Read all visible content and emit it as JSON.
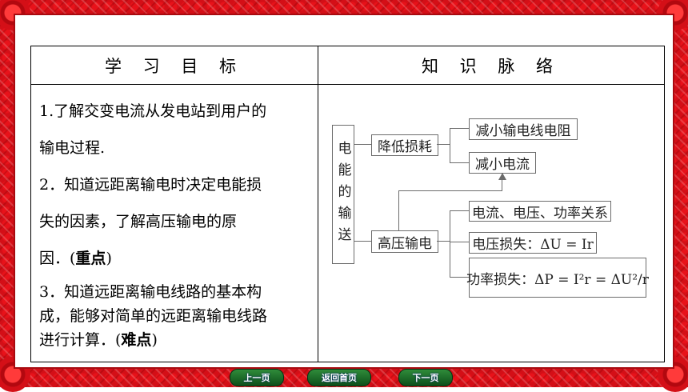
{
  "table": {
    "header_left": "学 习 目 标",
    "header_right": "知 识 脉 络"
  },
  "goals": {
    "g1a": "1.了解交变电流从发电站到用户的",
    "g1b": "输电过程.",
    "g2a": "2．知道远距离输电时决定电能损",
    "g2b": "失的因素，了解高压输电的原",
    "g2c_text": "因．(",
    "g2c_bold": "重点",
    "g2c_end": ")",
    "g3a": "3．知道远距离输电线路的基本构",
    "g3b": "成，能够对简单的远距离输电线路",
    "g3c_text": "进行计算．(",
    "g3c_bold": "难点",
    "g3c_end": ")"
  },
  "diagram": {
    "root": "电能的输送",
    "branch1": "降低损耗",
    "branch1_a": "减小输电线电阻",
    "branch1_b": "减小电流",
    "branch2": "高压输电",
    "branch2_a": "电流、电压、功率关系",
    "branch2_b": "电压损失：ΔU = Ir",
    "branch2_c": "功率损失：ΔP = I²r = ΔU²/r"
  },
  "nav": {
    "prev": "上一页",
    "home": "返回首页",
    "next": "下一页"
  }
}
